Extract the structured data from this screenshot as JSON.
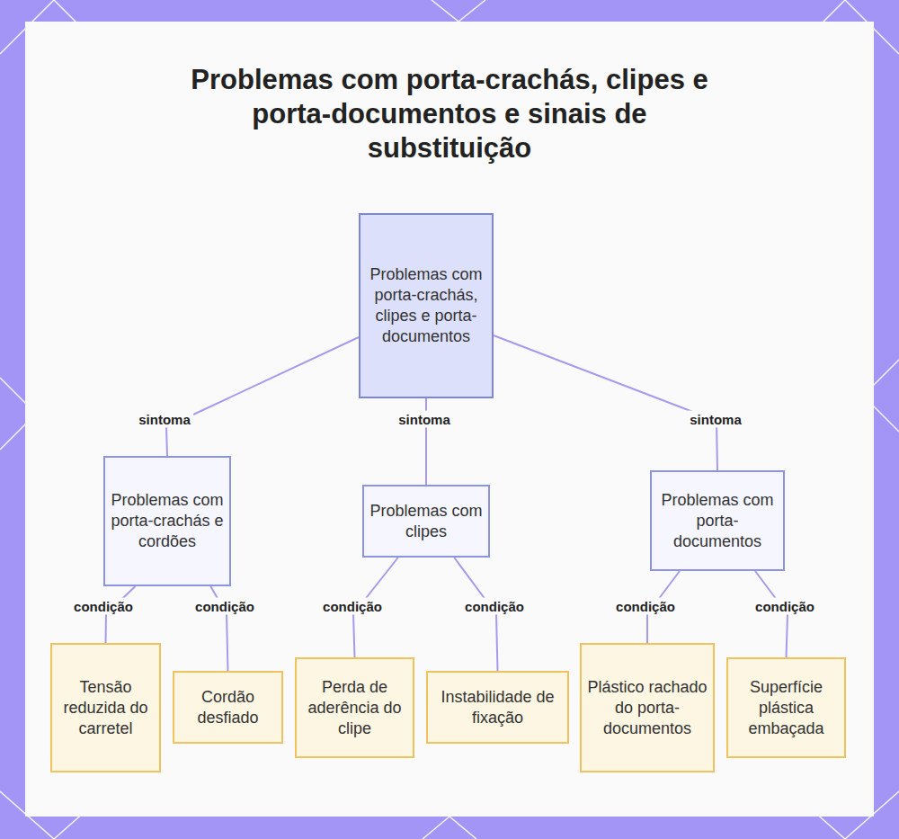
{
  "diagram": {
    "title": "Problemas com porta-crachás, clipes e porta-documentos e sinais de substituição",
    "nodes": [
      {
        "text": [
          "Problemas com porta-crachás, clipes e porta-documentos"
        ]
      },
      {
        "text": [
          "Problemas com porta-crachás e cordões"
        ]
      },
      {
        "text": [
          "Problemas com clipes"
        ]
      },
      {
        "text": [
          "Problemas com porta-documentos"
        ]
      },
      {
        "text": [
          "Tensão reduzida do carretel"
        ]
      },
      {
        "text": [
          "Cordão desfiado"
        ]
      },
      {
        "text": [
          "Perda de aderência do clipe"
        ]
      },
      {
        "text": [
          "Instabilidade de fixação"
        ]
      },
      {
        "text": [
          "Plástico rachado do porta-documentos"
        ]
      },
      {
        "text": [
          "Superfície plástica embaçada"
        ]
      }
    ],
    "edges": [
      {
        "from": 0,
        "to": 1,
        "label": "sintoma",
        "arrow": "none"
      },
      {
        "from": 0,
        "to": 2,
        "label": "sintoma",
        "arrow": "none"
      },
      {
        "from": 0,
        "to": 3,
        "label": "sintoma",
        "arrow": "none"
      },
      {
        "from": 1,
        "to": 4,
        "label": "condição",
        "arrow": "none"
      },
      {
        "from": 1,
        "to": 5,
        "label": "condição",
        "arrow": "none"
      },
      {
        "from": 2,
        "to": 6,
        "label": "condição",
        "arrow": "none"
      },
      {
        "from": 2,
        "to": 7,
        "label": "condição",
        "arrow": "none"
      },
      {
        "from": 3,
        "to": 8,
        "label": "condição",
        "arrow": "none"
      },
      {
        "from": 3,
        "to": 9,
        "label": "condição",
        "arrow": "none"
      }
    ]
  }
}
